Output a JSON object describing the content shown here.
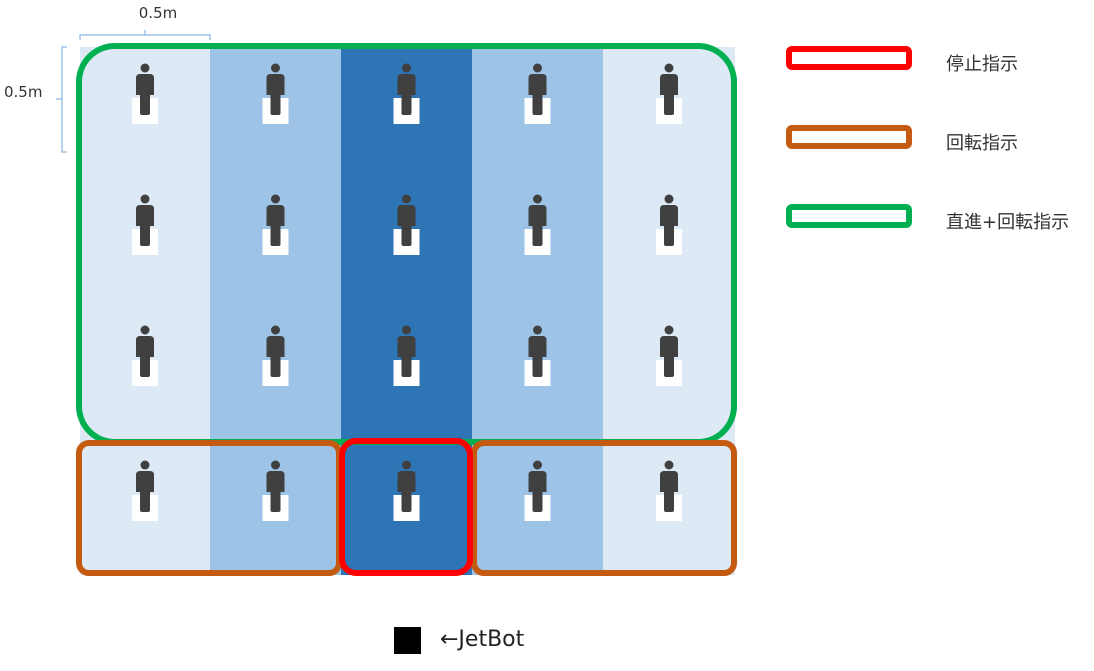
{
  "grid": {
    "columns": 5,
    "rows": 4,
    "column_shades": [
      "light",
      "medium",
      "dark",
      "medium",
      "light"
    ],
    "shade_colors": {
      "light": "#ddeaf6",
      "medium": "#9dc3e6",
      "dark": "#2e75b6"
    },
    "person_icon": "person-icon"
  },
  "dimensions": {
    "width_label": "0.5m",
    "height_label": "0.5m"
  },
  "zones": [
    {
      "id": "straight-rotate",
      "label": "直進+回転指示",
      "color": "#00b050",
      "cells": "rows 1-3, columns 1-5"
    },
    {
      "id": "rotate-left",
      "label": "回転指示",
      "color": "#c55a11",
      "cells": "row 4, columns 1-2"
    },
    {
      "id": "stop",
      "label": "停止指示",
      "color": "#ff0000",
      "cells": "row 4, column 3"
    },
    {
      "id": "rotate-right",
      "label": "回転指示",
      "color": "#c55a11",
      "cells": "row 4, columns 4-5"
    }
  ],
  "legend": [
    {
      "label": "停止指示",
      "color": "#ff0000"
    },
    {
      "label": "回転指示",
      "color": "#c55a11"
    },
    {
      "label": "直進+回転指示",
      "color": "#00b050"
    }
  ],
  "jetbot": {
    "marker": "black-square",
    "label": "←JetBot"
  }
}
